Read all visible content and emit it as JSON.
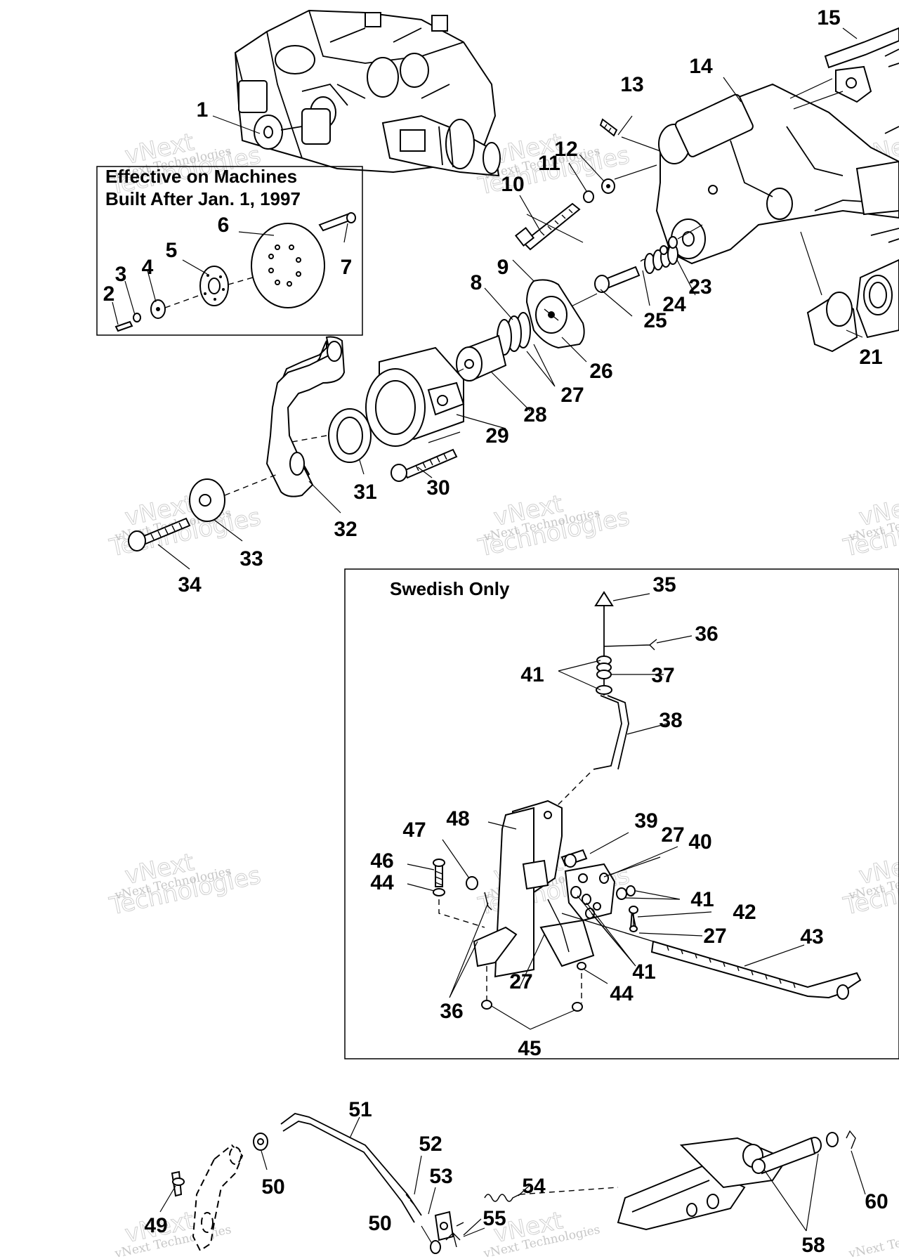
{
  "insets": {
    "effective": {
      "line1": "Effective on Machines",
      "line2": "Built After Jan. 1, 1997"
    },
    "swedish": {
      "title": "Swedish Only"
    }
  },
  "watermark": {
    "small": "vNext Technologies",
    "large1": "vNext",
    "large2": "Technologies"
  },
  "labels": {
    "l1": "1",
    "l2": "2",
    "l3": "3",
    "l4": "4",
    "l5": "5",
    "l6": "6",
    "l7": "7",
    "l8": "8",
    "l9": "9",
    "l10": "10",
    "l11": "11",
    "l12": "12",
    "l13": "13",
    "l14": "14",
    "l15": "15",
    "l21": "21",
    "l23": "23",
    "l24": "24",
    "l25": "25",
    "l26": "26",
    "l27": "27",
    "l28": "28",
    "l29": "29",
    "l30": "30",
    "l31": "31",
    "l32": "32",
    "l33": "33",
    "l34": "34",
    "l35": "35",
    "l36": "36",
    "l37": "37",
    "l38": "38",
    "l39": "39",
    "l40": "40",
    "l41": "41",
    "l42": "42",
    "l43": "43",
    "l44": "44",
    "l45": "45",
    "l46": "46",
    "l47": "47",
    "l48": "48",
    "l49": "49",
    "l50": "50",
    "l51": "51",
    "l52": "52",
    "l53": "53",
    "l54": "54",
    "l55": "55",
    "l58": "58",
    "l60": "60"
  }
}
